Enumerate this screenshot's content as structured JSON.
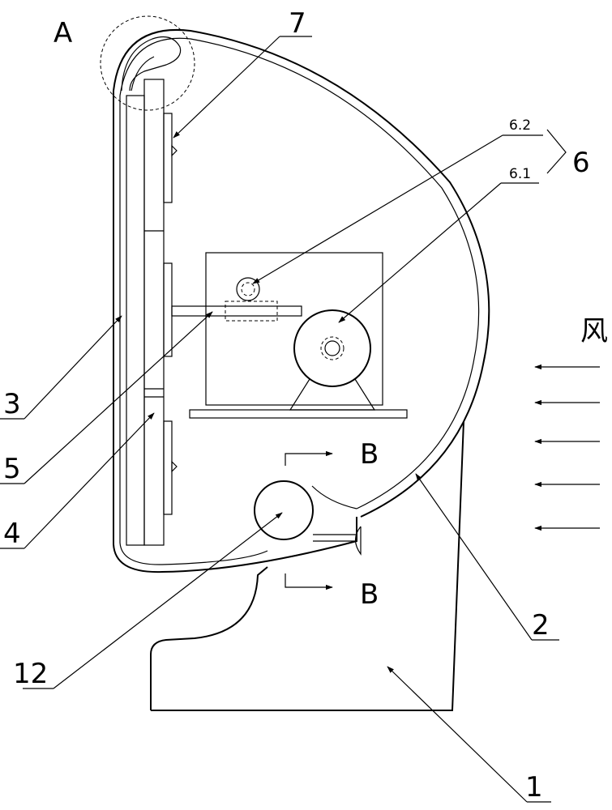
{
  "labels": {
    "view_a": "A",
    "part_7": "7",
    "part_6_2": "6.2",
    "part_6": "6",
    "part_6_1": "6.1",
    "wind": "风",
    "part_3": "3",
    "section_b_top": "B",
    "part_5": "5",
    "part_4": "4",
    "section_b_bottom": "B",
    "part_2": "2",
    "part_12": "12",
    "part_1": "1"
  }
}
